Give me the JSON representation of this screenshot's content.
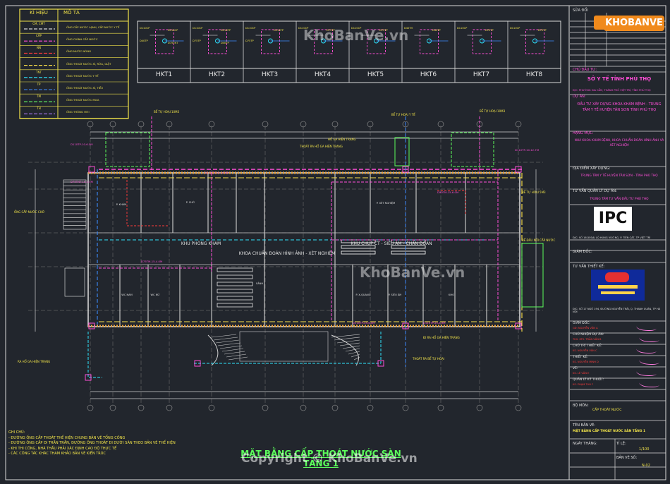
{
  "legend": {
    "header": [
      "KÍ HIỆU",
      "MÔ TẢ"
    ],
    "rows": [
      {
        "symbol": "CM, CMT",
        "desc": "ỐNG CẤP NƯỚC LẠNH, CẤP NƯỚC Y TẾ",
        "color": "#ffffff"
      },
      {
        "symbol": "CẤP",
        "desc": "ỐNG CHÍNH CẤP NƯỚC",
        "color": "#ff4fd8"
      },
      {
        "symbol": "NN",
        "desc": "ỐNG NƯỚC NÓNG",
        "color": "#ff3b3b"
      },
      {
        "symbol": "",
        "desc": "ỐNG THOÁT NƯỚC XÍ, RỬA, GIẶT",
        "color": "#ffe34a"
      },
      {
        "symbol": "TNT",
        "desc": "ỐNG THOÁT NƯỚC Y TẾ",
        "color": "#2ee6ff"
      },
      {
        "symbol": "TP",
        "desc": "ỐNG THOÁT NƯỚC XÍ, TIỂU",
        "color": "#3d8bff"
      },
      {
        "symbol": "TM",
        "desc": "ỐNG THOÁT NƯỚC MƯA",
        "color": "#66ff66"
      },
      {
        "symbol": "TH",
        "desc": "ỐNG THÔNG HƠI",
        "color": "#b07cff"
      }
    ]
  },
  "details": [
    {
      "label": "HKT1",
      "tags": [
        "D110CP",
        "D110CP",
        "D40TP",
        "D75TNT"
      ]
    },
    {
      "label": "HKT2",
      "tags": [
        "D110CP",
        "D110TP",
        "D75TP",
        "D40TP"
      ]
    },
    {
      "label": "HKT3",
      "tags": [
        "D110CP",
        "D110TP",
        "D75TP"
      ]
    },
    {
      "label": "HKT4",
      "tags": [
        "D110CP",
        "D75TP"
      ]
    },
    {
      "label": "HKT5",
      "tags": [
        "D110CP",
        "D75TP"
      ]
    },
    {
      "label": "HKT6",
      "tags": [
        "D40TH",
        "D40TP"
      ]
    },
    {
      "label": "HKT7",
      "tags": [
        "D110CP",
        "D75TP"
      ]
    },
    {
      "label": "HKT8",
      "tags": [
        "D110CP",
        "D75TP"
      ]
    }
  ],
  "watermarks": [
    "KhoBanVe.vn",
    "KhoBanVe.vn",
    "Copyright © KhoBanVe.vn"
  ],
  "logo": {
    "text": "KHOBANVE"
  },
  "title_block": {
    "revision_header": "SỬA ĐỔI",
    "owner_label": "CHỦ ĐẦU TƯ:",
    "owner": "SỞ Y TẾ TỈNH PHÚ THỌ",
    "owner_addr": "Đ/C: PHƯỜNG GIA CẨM, THÀNH PHỐ VIỆT TRÌ, TỈNH PHÚ THỌ",
    "project_label": "DỰ ÁN:",
    "project": "ĐẦU TƯ XÂY DỰNG KHOA KHÁM BỆNH - TRUNG TÂM Y TẾ HUYỆN TÂN SƠN TỈNH PHÚ THỌ",
    "item_label": "HẠNG MỤC:",
    "item": "NHÀ KHOA KHÁM BỆNH, KHOA CHUẨN ĐOÁN HÌNH ẢNH VÀ XÉT NGHIỆM",
    "location_label": "ĐỊA ĐIỂM XÂY DỰNG:",
    "location": "TRUNG TÂM Y TẾ HUYỆN TÂN SƠN - TỈNH PHÚ THỌ",
    "consultant_label": "TƯ VẤN QUẢN LÝ DỰ ÁN:",
    "consultant": "TRUNG TÂM TƯ VẤN ĐẦU TƯ PHÚ THỌ",
    "ipc": "IPC",
    "ipc_addr": "Đ/C: SỐ 1618 ĐẠI LỘ HÙNG VƯƠNG, P. TIÊN CÁT, TP VIỆT TRÌ",
    "director_label": "GIÁM ĐỐC:",
    "design_label": "TƯ VẤN THIẾT KẾ:",
    "design_addr": "Đ/C: SỐ 17 NGÕ 194, ĐƯỜNG NGUYỄN TRÃI, Q. THANH XUÂN, TP HÀ NỘI",
    "roles": [
      {
        "label": "GIÁM ĐỐC:",
        "name": "GĐ: NGUYỄN VĂN A"
      },
      {
        "label": "CHỦ NHIỆM DỰ ÁN:",
        "name": "THS. KTS. TRẦN VĂN B"
      },
      {
        "label": "CHỦ TRÌ THIẾT KẾ:",
        "name": "KS. NGUYỄN VĂN C"
      },
      {
        "label": "THIẾT KẾ:",
        "name": "KS. NGUYỄN MINH D"
      },
      {
        "label": "VẼ:",
        "name": "KS. LÊ VĂN E"
      },
      {
        "label": "QUẢN LÝ KỸ THUẬT:",
        "name": "KS. PHẠM THU F"
      }
    ],
    "phase_label": "BỘ MÔN:",
    "phase": "CẤP THOÁT NƯỚC",
    "drawing_title_label": "TÊN BẢN VẼ:",
    "drawing_title": "MẶT BẰNG CẤP THOÁT NƯỚC SÀN TẦNG 1",
    "date_label": "NGÀY THÁNG:",
    "scale_label": "TỈ LỆ:",
    "scale": "1/100",
    "code_label": "BẢN VẼ SỐ:",
    "sheet_no": "N-02"
  },
  "plan": {
    "title": "MẶT BẰNG CẤP THOÁT NƯỚC SÀN TẦNG 1",
    "room_labels": [
      "KHU PHÒNG KHÁM",
      "KHOA CHUẨN ĐOÁN HÌNH ẢNH - XÉT NGHIỆM",
      "KHU CHỤP CT - SIÊU ÂM - CHẨN ĐOÁN",
      "P. CHỜ",
      "P. KHÁM",
      "P. XÉT NGHIỆM",
      "SẢNH",
      "WC NAM",
      "WC NỮ",
      "P. X-QUANG",
      "P. SIÊU ÂM",
      "KHO"
    ],
    "callouts": [
      "BỂ TỰ HOẠI 10M3",
      "HỐ GA HIỆN TRẠNG",
      "THOÁT RA HỐ GA HIỆN TRẠNG",
      "BỂ TỰ HOẠI Y TẾ",
      "BỂ TỰ HOẠI 10M3",
      "ỐNG CẤP NƯỚC CHỜ",
      "ĐI RA HỐ GA HIỆN TRẠNG",
      "THOÁT RA BỂ TỰ HOẠI",
      "BỂ TỰ HOẠI 5M3",
      "BỂ ĐẦU NỐI CẤP NƯỚC",
      "RA HỐ GA HIỆN TRẠNG"
    ],
    "pipe_tags": [
      "D110TP-10-6.5M",
      "D75TNT-15-4.5M",
      "D110CP-20-14.0M",
      "D90TM-15-6.0M",
      "D110TP-10-12.7M",
      "D75TM-15-4.0M",
      "D110TP-25-6.0M",
      "D110TP-25-4.9M"
    ],
    "notes_title": "GHI CHÚ:",
    "notes": [
      "- ĐƯỜNG ỐNG CẤP THOÁT THỂ HIỆN CHUNG BẢN VẼ TỔNG CÔNG",
      "- ĐƯỜNG ỐNG CẤP ĐI TRẦN TRẦN, ĐƯỜNG ỐNG THOÁT ĐI DƯỚI SÀN THEO BẢN VẼ THỂ HIỆN",
      "- KHI THI CÔNG, NHÀ THẦU PHẢI XÁC ĐỊNH CAO ĐỘ THỰC TẾ",
      "- CÁC CÔNG TÁC KHÁC THAM KHẢO BẢN VẼ KIẾN TRÚC"
    ]
  }
}
